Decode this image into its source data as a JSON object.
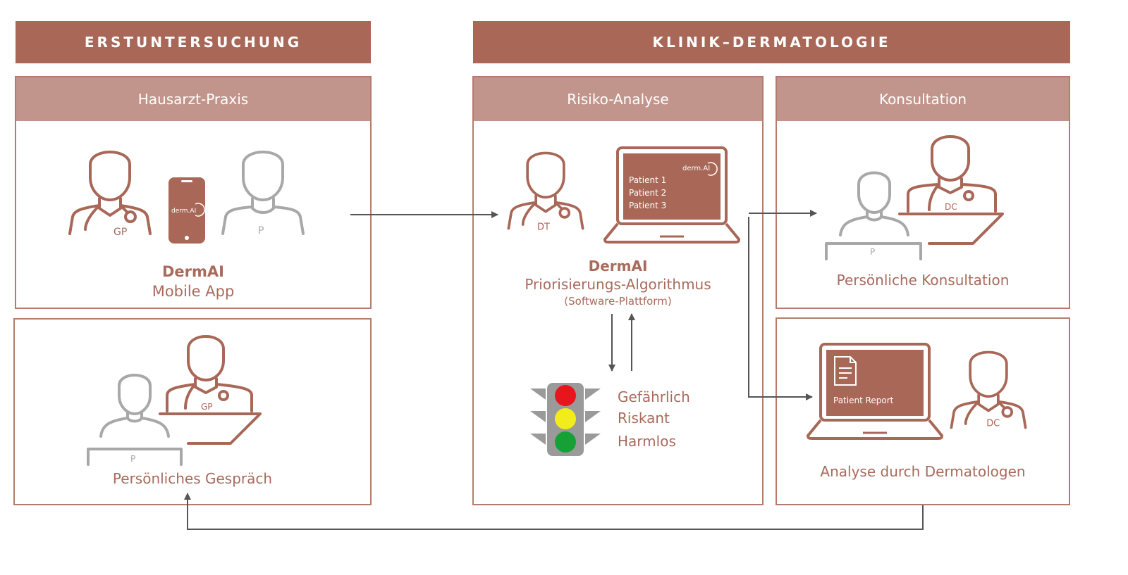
{
  "sections": {
    "left_title": "ERSTUNTERSUCHUNG",
    "right_title": "KLINIK–DERMATOLOGIE"
  },
  "hausarzt": {
    "header": "Hausarzt-Praxis",
    "title": "DermAI",
    "subtitle": "Mobile App",
    "gp_label": "GP",
    "patient_label": "P",
    "phone_logo": "derm.AI"
  },
  "gespraech": {
    "caption": "Persönliches Gespräch",
    "gp_label": "GP",
    "patient_label": "P"
  },
  "risiko": {
    "header": "Risiko-Analyse",
    "title": "DermAI",
    "subtitle": "Priorisierungs-Algorithmus",
    "note": "(Software-Plattform)",
    "dt_label": "DT",
    "logo": "derm.AI",
    "patients": [
      "Patient 1",
      "Patient 2",
      "Patient 3"
    ],
    "levels": [
      "Gefährlich",
      "Riskant",
      "Harmlos"
    ]
  },
  "konsultation": {
    "header": "Konsultation",
    "caption": "Persönliche Konsultation",
    "dc_label": "DC",
    "patient_label": "P"
  },
  "analyse": {
    "caption": "Analyse durch Dermatologen",
    "report_label": "Patient Report",
    "dc_label": "DC"
  },
  "colors": {
    "brand": "#a86757",
    "header": "#c1958b",
    "text": "#a86b5c",
    "patient_gray": "#a8a8a8",
    "arrow": "#555555",
    "red": "#e8161c",
    "yellow": "#f2ec1a",
    "green": "#16a136"
  }
}
